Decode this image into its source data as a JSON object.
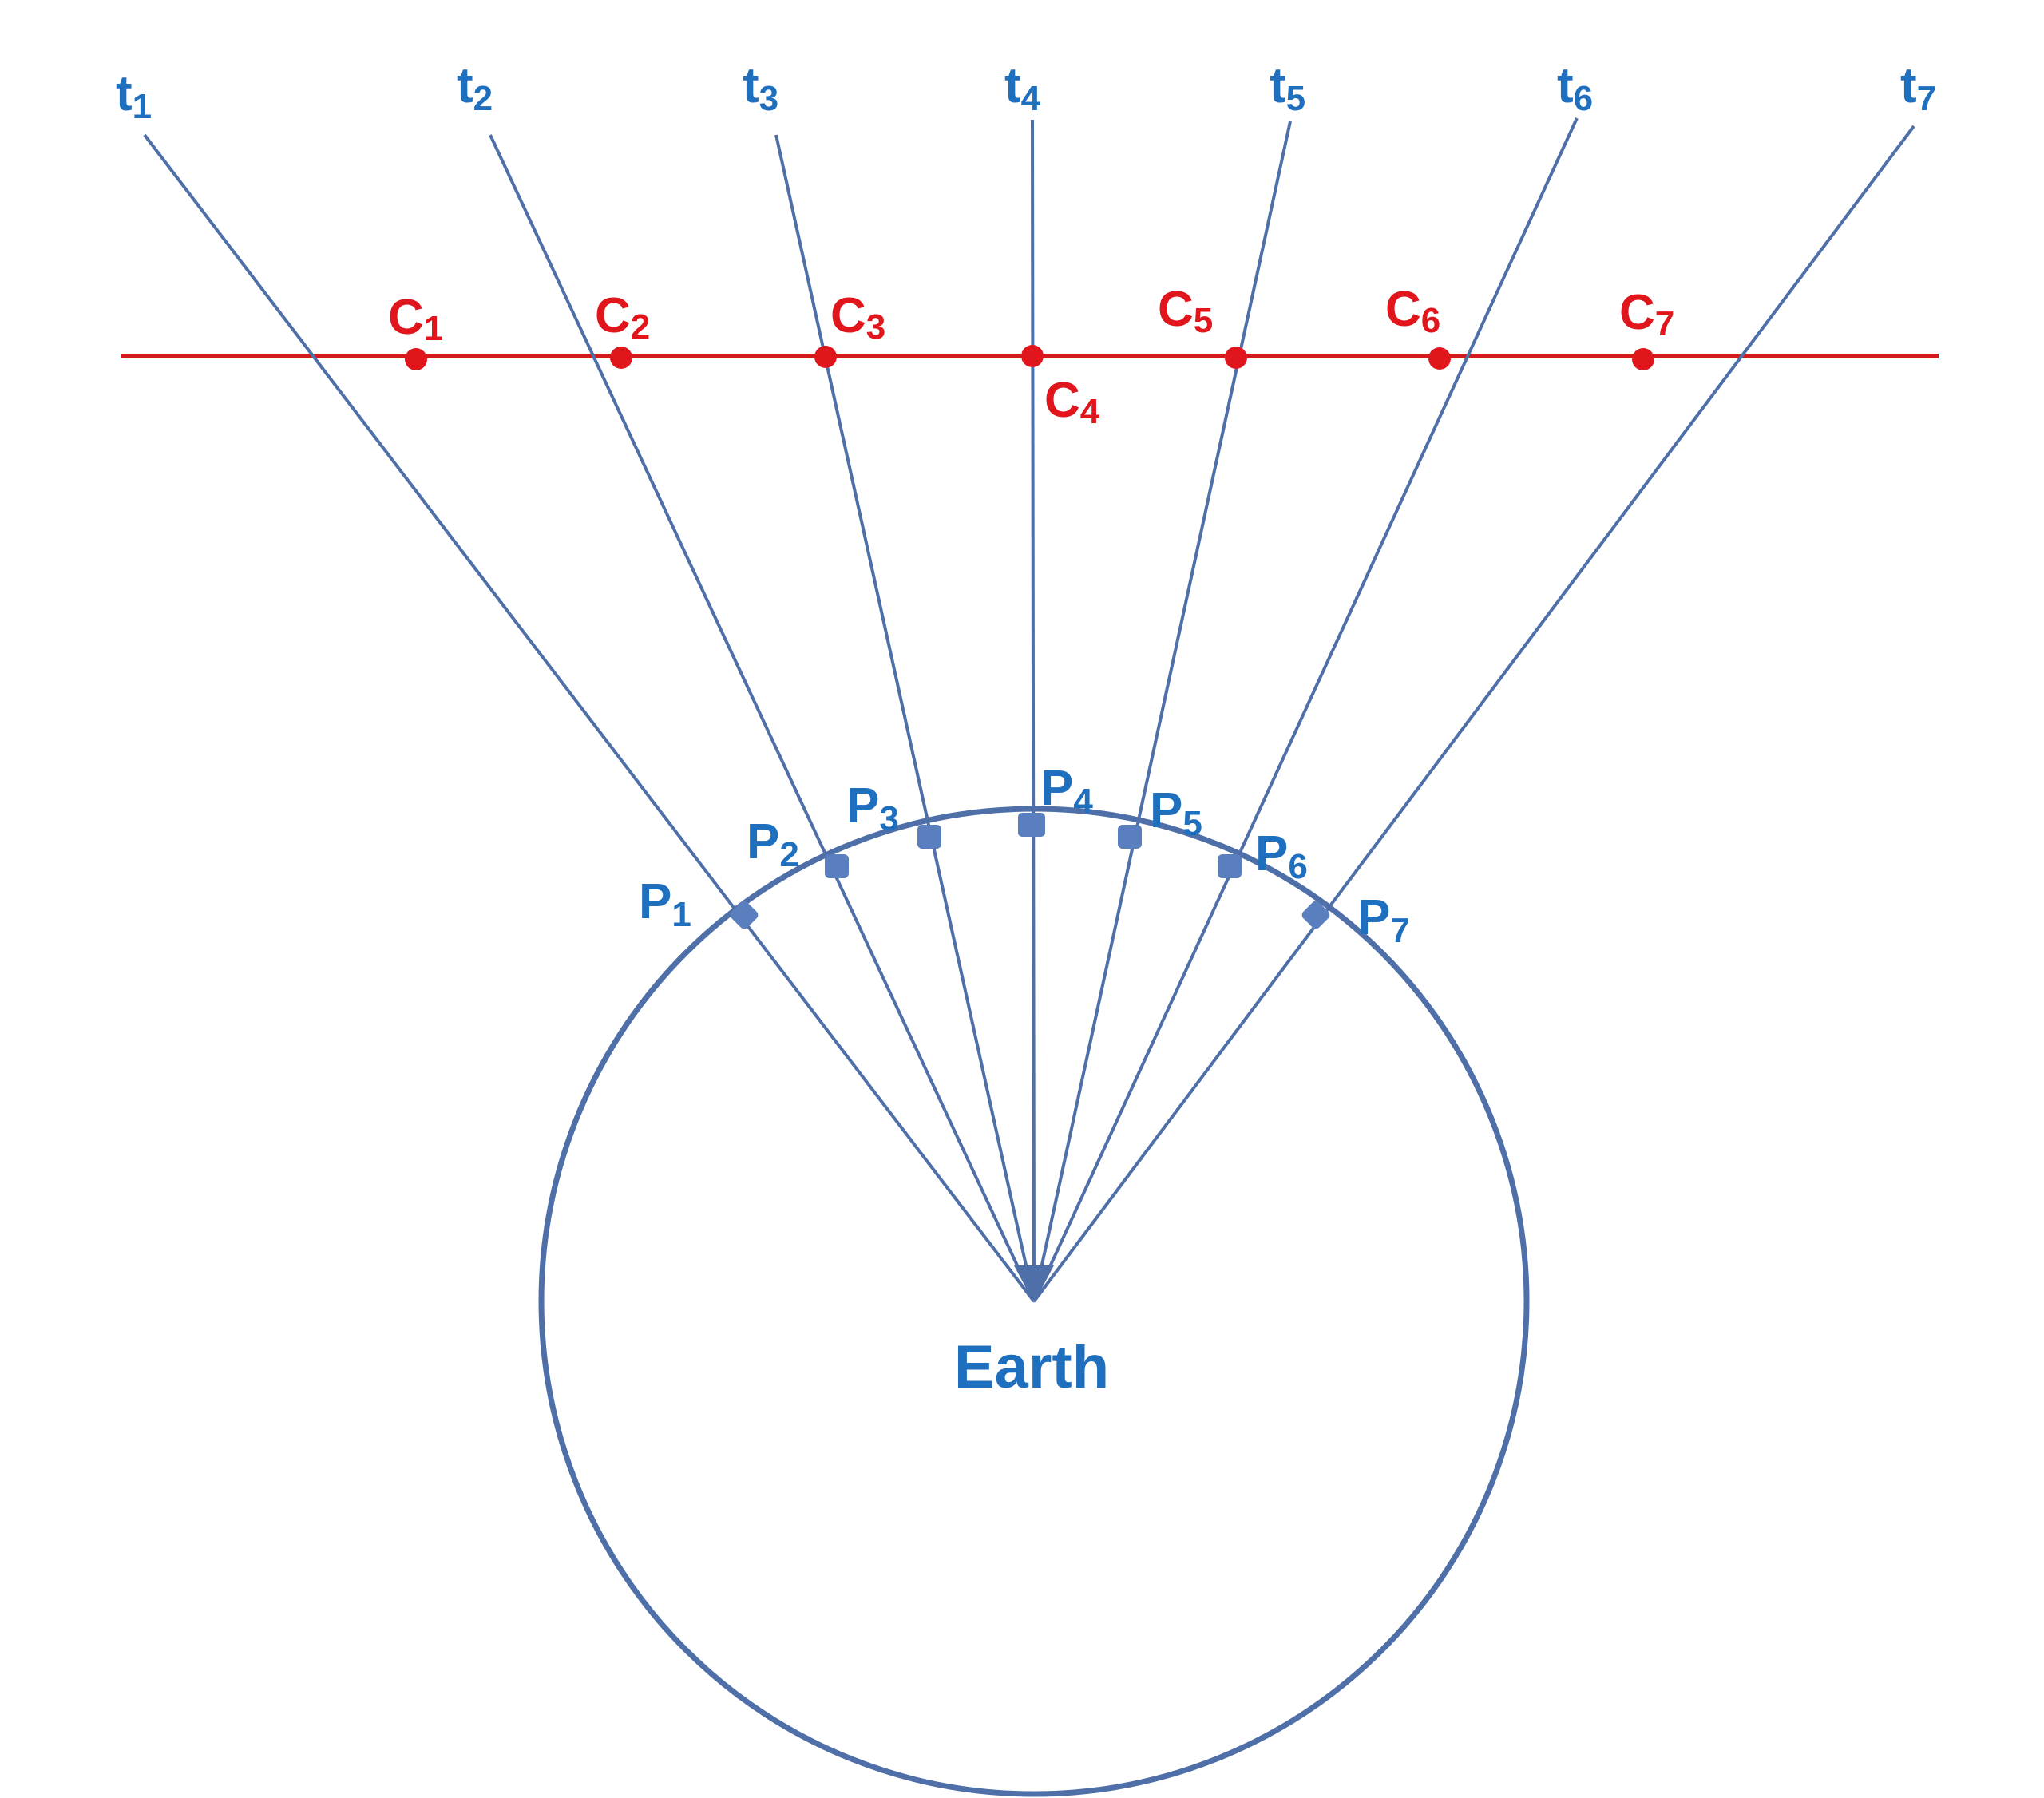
{
  "colors": {
    "ray": "#4f6fa8",
    "earth_outline": "#4f6fa8",
    "orbit_line": "#d41a1f",
    "orbit_point": "#e0161c",
    "surface_point": "#5a7fbf",
    "label_blue": "#1f6fbf",
    "label_red": "#e0161c"
  },
  "rays": [
    {
      "letter": "t",
      "sub": "1"
    },
    {
      "letter": "t",
      "sub": "2"
    },
    {
      "letter": "t",
      "sub": "3"
    },
    {
      "letter": "t",
      "sub": "4"
    },
    {
      "letter": "t",
      "sub": "5"
    },
    {
      "letter": "t",
      "sub": "6"
    },
    {
      "letter": "t",
      "sub": "7"
    }
  ],
  "orbit_points": [
    {
      "letter": "C",
      "sub": "1"
    },
    {
      "letter": "C",
      "sub": "2"
    },
    {
      "letter": "C",
      "sub": "3"
    },
    {
      "letter": "C",
      "sub": "4"
    },
    {
      "letter": "C",
      "sub": "5"
    },
    {
      "letter": "C",
      "sub": "6"
    },
    {
      "letter": "C",
      "sub": "7"
    }
  ],
  "surface_points": [
    {
      "letter": "P",
      "sub": "1"
    },
    {
      "letter": "P",
      "sub": "2"
    },
    {
      "letter": "P",
      "sub": "3"
    },
    {
      "letter": "P",
      "sub": "4"
    },
    {
      "letter": "P",
      "sub": "5"
    },
    {
      "letter": "P",
      "sub": "6"
    },
    {
      "letter": "P",
      "sub": "7"
    }
  ],
  "earth": {
    "label": "Earth"
  }
}
